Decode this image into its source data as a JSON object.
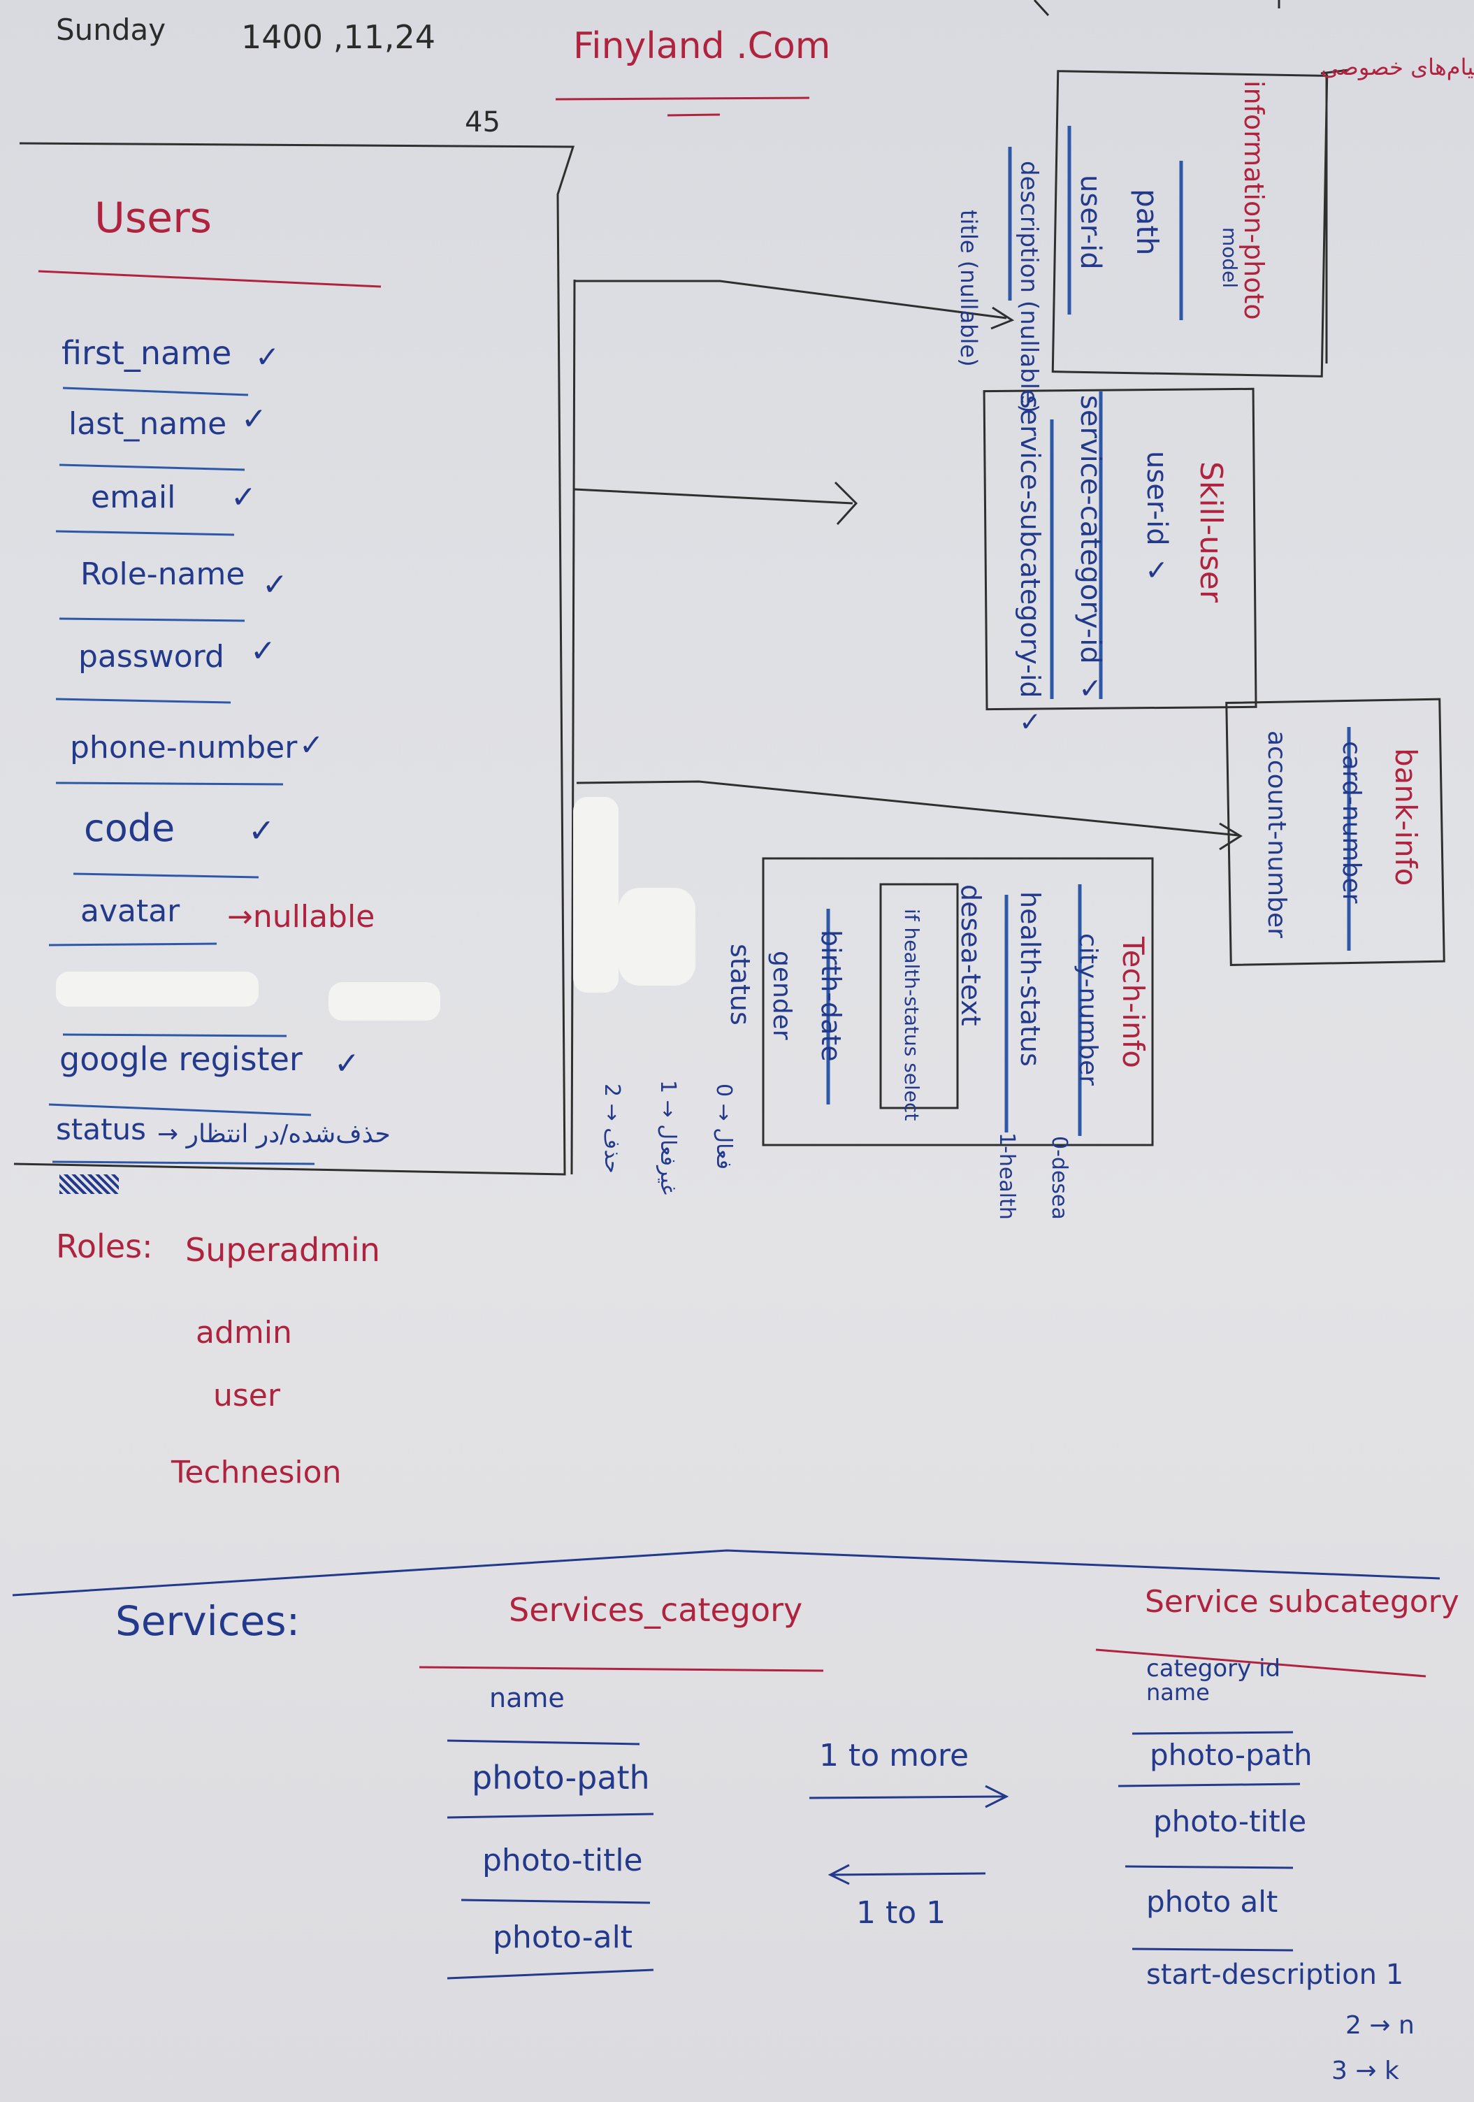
{
  "header": {
    "day": "Sunday",
    "date": "1400 ,11,24",
    "site": "Finyland .Com",
    "page_number": "45",
    "top_right_note": "پیام‌های خصوصی"
  },
  "users": {
    "title": "Users",
    "fields": [
      {
        "name": "first_name",
        "mark": "✓"
      },
      {
        "name": "last_name",
        "mark": "✓"
      },
      {
        "name": "email",
        "mark": "✓"
      },
      {
        "name": "Role-name",
        "mark": "✓"
      },
      {
        "name": "password",
        "mark": "✓"
      },
      {
        "name": "phone-number",
        "mark": "✓"
      },
      {
        "name": "code",
        "mark": "✓"
      },
      {
        "name": "avatar",
        "mark": "→nullable"
      },
      {
        "name": "google register",
        "mark": "✓"
      },
      {
        "name": "status",
        "mark": "→ حذف‌شده/در انتظار"
      }
    ],
    "roles_label": "Roles:",
    "roles": [
      "Superadmin",
      "admin",
      "user",
      "Technesion"
    ]
  },
  "information_photo": {
    "title": "information-photo",
    "fields": [
      "model",
      "path",
      "user-id",
      "description (nullable)",
      "title (nullable)"
    ]
  },
  "skill_user": {
    "title": "Skill-user",
    "fields": [
      "user-id ✓",
      "service-category-id ✓",
      "service-subcategory-id ✓"
    ]
  },
  "bank_info": {
    "title": "bank-info",
    "fields": [
      "card-number",
      "account-number"
    ]
  },
  "tech_info": {
    "title": "Tech-info",
    "fields": [
      "city-number",
      "health-status",
      "desea-text",
      "birth-date",
      "gender",
      "status"
    ],
    "health_note": "if health-status select",
    "side_notes": [
      "0-desea",
      "1-health"
    ],
    "status_values": [
      "0 → فعال",
      "1 → غیرفعال",
      "2 → حذف"
    ]
  },
  "services": {
    "label": "Services:",
    "category": {
      "title": "Services_category",
      "fields": [
        "name",
        "photo-path",
        "photo-title",
        "photo-alt"
      ]
    },
    "subcategory": {
      "title": "Service subcategory",
      "fields": [
        "category id",
        "name",
        "photo-path",
        "photo-title",
        "photo alt",
        "start-description 1",
        "2 → n",
        "3 → k"
      ]
    },
    "relation_forward": "1 to more",
    "relation_back": "1 to 1"
  }
}
